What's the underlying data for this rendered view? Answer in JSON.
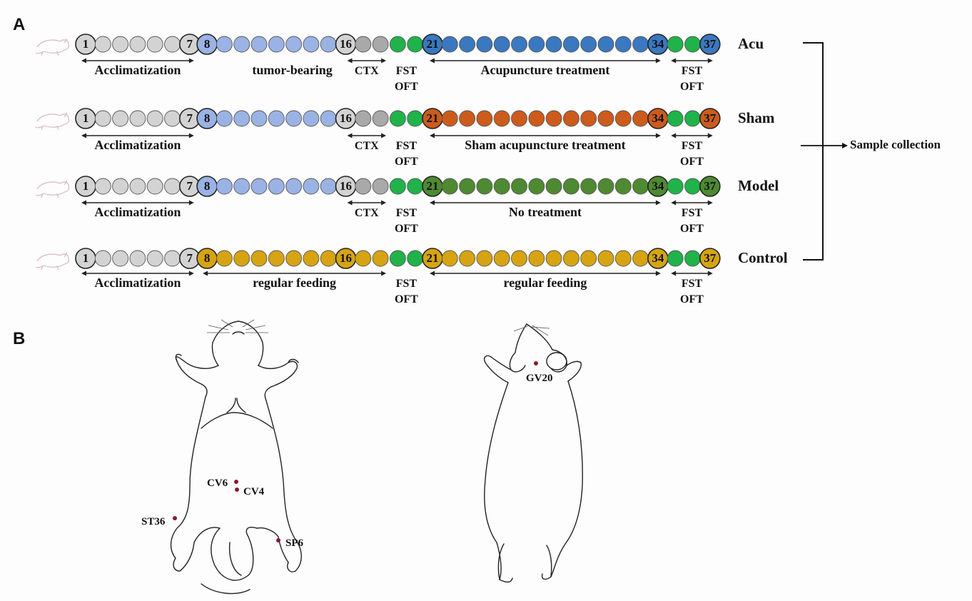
{
  "panels": {
    "a": "A",
    "b": "B"
  },
  "groups": [
    {
      "name": "Acu",
      "treatment_color": "#3a78c0",
      "tumor_color": "#9ab3e4",
      "cells": [
        {
          "label": "1"
        },
        {
          "label": ""
        },
        {
          "label": ""
        },
        {
          "label": ""
        },
        {
          "label": ""
        },
        {
          "label": ""
        },
        {
          "label": "7"
        },
        {
          "label": "8"
        },
        {
          "label": ""
        },
        {
          "label": ""
        },
        {
          "label": ""
        },
        {
          "label": ""
        },
        {
          "label": ""
        },
        {
          "label": ""
        },
        {
          "label": ""
        },
        {
          "label": "16"
        },
        {
          "label": ""
        },
        {
          "label": ""
        },
        {
          "label": ""
        },
        {
          "label": ""
        },
        {
          "label": "21"
        },
        {
          "label": ""
        },
        {
          "label": ""
        },
        {
          "label": ""
        },
        {
          "label": ""
        },
        {
          "label": ""
        },
        {
          "label": ""
        },
        {
          "label": ""
        },
        {
          "label": ""
        },
        {
          "label": ""
        },
        {
          "label": ""
        },
        {
          "label": ""
        },
        {
          "label": ""
        },
        {
          "label": "34"
        },
        {
          "label": ""
        },
        {
          "label": ""
        },
        {
          "label": "37"
        }
      ],
      "phases": [
        {
          "text": "Acclimatization",
          "span": "arrow"
        },
        {
          "text": "tumor-bearing",
          "span": "none"
        },
        {
          "text": "CTX",
          "span": "arrow"
        },
        {
          "text": "FST",
          "text2": "OFT",
          "span": "none"
        },
        {
          "text": "Acupuncture treatment",
          "span": "arrow"
        },
        {
          "text": "FST",
          "text2": "OFT",
          "span": "arrow"
        }
      ]
    },
    {
      "name": "Sham",
      "treatment_color": "#cc5b1c",
      "tumor_color": "#9ab3e4",
      "cells": [
        {
          "label": "1"
        },
        {
          "label": ""
        },
        {
          "label": ""
        },
        {
          "label": ""
        },
        {
          "label": ""
        },
        {
          "label": ""
        },
        {
          "label": "7"
        },
        {
          "label": "8"
        },
        {
          "label": ""
        },
        {
          "label": ""
        },
        {
          "label": ""
        },
        {
          "label": ""
        },
        {
          "label": ""
        },
        {
          "label": ""
        },
        {
          "label": ""
        },
        {
          "label": "16"
        },
        {
          "label": ""
        },
        {
          "label": ""
        },
        {
          "label": ""
        },
        {
          "label": ""
        },
        {
          "label": "21"
        },
        {
          "label": ""
        },
        {
          "label": ""
        },
        {
          "label": ""
        },
        {
          "label": ""
        },
        {
          "label": ""
        },
        {
          "label": ""
        },
        {
          "label": ""
        },
        {
          "label": ""
        },
        {
          "label": ""
        },
        {
          "label": ""
        },
        {
          "label": ""
        },
        {
          "label": ""
        },
        {
          "label": "34"
        },
        {
          "label": ""
        },
        {
          "label": ""
        },
        {
          "label": "37"
        }
      ],
      "phases": [
        {
          "text": "Acclimatization",
          "span": "arrow"
        },
        {
          "text": "",
          "span": "none"
        },
        {
          "text": "CTX",
          "span": "arrow"
        },
        {
          "text": "FST",
          "text2": "OFT",
          "span": "none"
        },
        {
          "text": "Sham acupuncture treatment",
          "span": "arrow"
        },
        {
          "text": "FST",
          "text2": "OFT",
          "span": "arrow"
        }
      ]
    },
    {
      "name": "Model",
      "treatment_color": "#4e8a32",
      "tumor_color": "#9ab3e4",
      "cells": [
        {
          "label": "1"
        },
        {
          "label": ""
        },
        {
          "label": ""
        },
        {
          "label": ""
        },
        {
          "label": ""
        },
        {
          "label": ""
        },
        {
          "label": "7"
        },
        {
          "label": "8"
        },
        {
          "label": ""
        },
        {
          "label": ""
        },
        {
          "label": ""
        },
        {
          "label": ""
        },
        {
          "label": ""
        },
        {
          "label": ""
        },
        {
          "label": ""
        },
        {
          "label": "16"
        },
        {
          "label": ""
        },
        {
          "label": ""
        },
        {
          "label": ""
        },
        {
          "label": ""
        },
        {
          "label": "21"
        },
        {
          "label": ""
        },
        {
          "label": ""
        },
        {
          "label": ""
        },
        {
          "label": ""
        },
        {
          "label": ""
        },
        {
          "label": ""
        },
        {
          "label": ""
        },
        {
          "label": ""
        },
        {
          "label": ""
        },
        {
          "label": ""
        },
        {
          "label": ""
        },
        {
          "label": ""
        },
        {
          "label": "34"
        },
        {
          "label": ""
        },
        {
          "label": ""
        },
        {
          "label": "37"
        }
      ],
      "phases": [
        {
          "text": "Acclimatization",
          "span": "arrow"
        },
        {
          "text": "",
          "span": "none"
        },
        {
          "text": "CTX",
          "span": "arrow"
        },
        {
          "text": "FST",
          "text2": "OFT",
          "span": "none"
        },
        {
          "text": "No treatment",
          "span": "arrow"
        },
        {
          "text": "FST",
          "text2": "OFT",
          "span": "arrow"
        }
      ]
    },
    {
      "name": "Control",
      "treatment_color": "#d6a413",
      "tumor_color": "#d6a413",
      "cells": [
        {
          "label": "1"
        },
        {
          "label": ""
        },
        {
          "label": ""
        },
        {
          "label": ""
        },
        {
          "label": ""
        },
        {
          "label": ""
        },
        {
          "label": "7"
        },
        {
          "label": "8"
        },
        {
          "label": ""
        },
        {
          "label": ""
        },
        {
          "label": ""
        },
        {
          "label": ""
        },
        {
          "label": ""
        },
        {
          "label": ""
        },
        {
          "label": ""
        },
        {
          "label": "16"
        },
        {
          "label": ""
        },
        {
          "label": ""
        },
        {
          "label": ""
        },
        {
          "label": ""
        },
        {
          "label": "21"
        },
        {
          "label": ""
        },
        {
          "label": ""
        },
        {
          "label": ""
        },
        {
          "label": ""
        },
        {
          "label": ""
        },
        {
          "label": ""
        },
        {
          "label": ""
        },
        {
          "label": ""
        },
        {
          "label": ""
        },
        {
          "label": ""
        },
        {
          "label": ""
        },
        {
          "label": ""
        },
        {
          "label": "34"
        },
        {
          "label": ""
        },
        {
          "label": ""
        },
        {
          "label": "37"
        }
      ],
      "phases": [
        {
          "text": "Acclimatization",
          "span": "arrow"
        },
        {
          "text": "regular feeding",
          "span": "arrow"
        },
        {
          "text": "",
          "span": "none"
        },
        {
          "text": "FST",
          "text2": "OFT",
          "span": "none"
        },
        {
          "text": "regular feeding",
          "span": "arrow"
        },
        {
          "text": "FST",
          "text2": "OFT",
          "span": "arrow"
        }
      ]
    }
  ],
  "colors": {
    "acclimatization": "#d3d3d3",
    "ctx_gray": "#a9a9a9",
    "fst": "#1fb34a"
  },
  "bracket_label": "Sample collection",
  "acupoints": {
    "ventral": [
      "CV6",
      "CV4",
      "ST36",
      "SP6"
    ],
    "dorsal": [
      "GV20"
    ]
  },
  "acupoint_color": "#8b1a2b"
}
